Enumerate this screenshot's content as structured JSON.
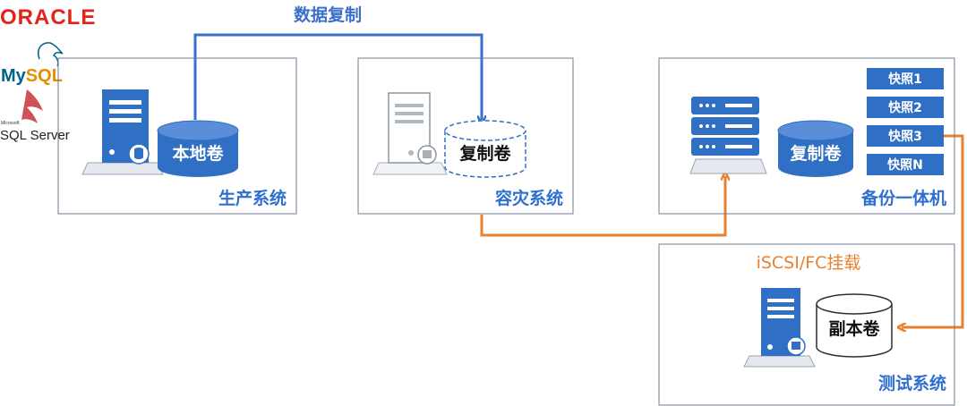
{
  "logos": {
    "oracle": "ORACLE",
    "mysql_a": "My",
    "mysql_b": "SQL",
    "microsoft": "Microsoft",
    "sql_server": "SQL Server"
  },
  "flows": {
    "data_replication": "数据复制",
    "mount": "iSCSI/FC挂载"
  },
  "systems": {
    "production": {
      "title": "生产系统",
      "volume": "本地卷"
    },
    "disaster_recovery": {
      "title": "容灾系统",
      "volume": "复制卷"
    },
    "backup_appliance": {
      "title": "备份一体机",
      "volume": "复制卷",
      "snapshots": [
        "快照1",
        "快照2",
        "快照3",
        "快照N"
      ]
    },
    "test": {
      "title": "测试系统",
      "volume": "副本卷"
    }
  },
  "colors": {
    "accent_blue": "#2e6fcf",
    "server_blue": "#2f6fc4",
    "flow_blue": "#3b6fc9",
    "flow_orange": "#e8802f",
    "oracle_red": "#e2231a"
  }
}
